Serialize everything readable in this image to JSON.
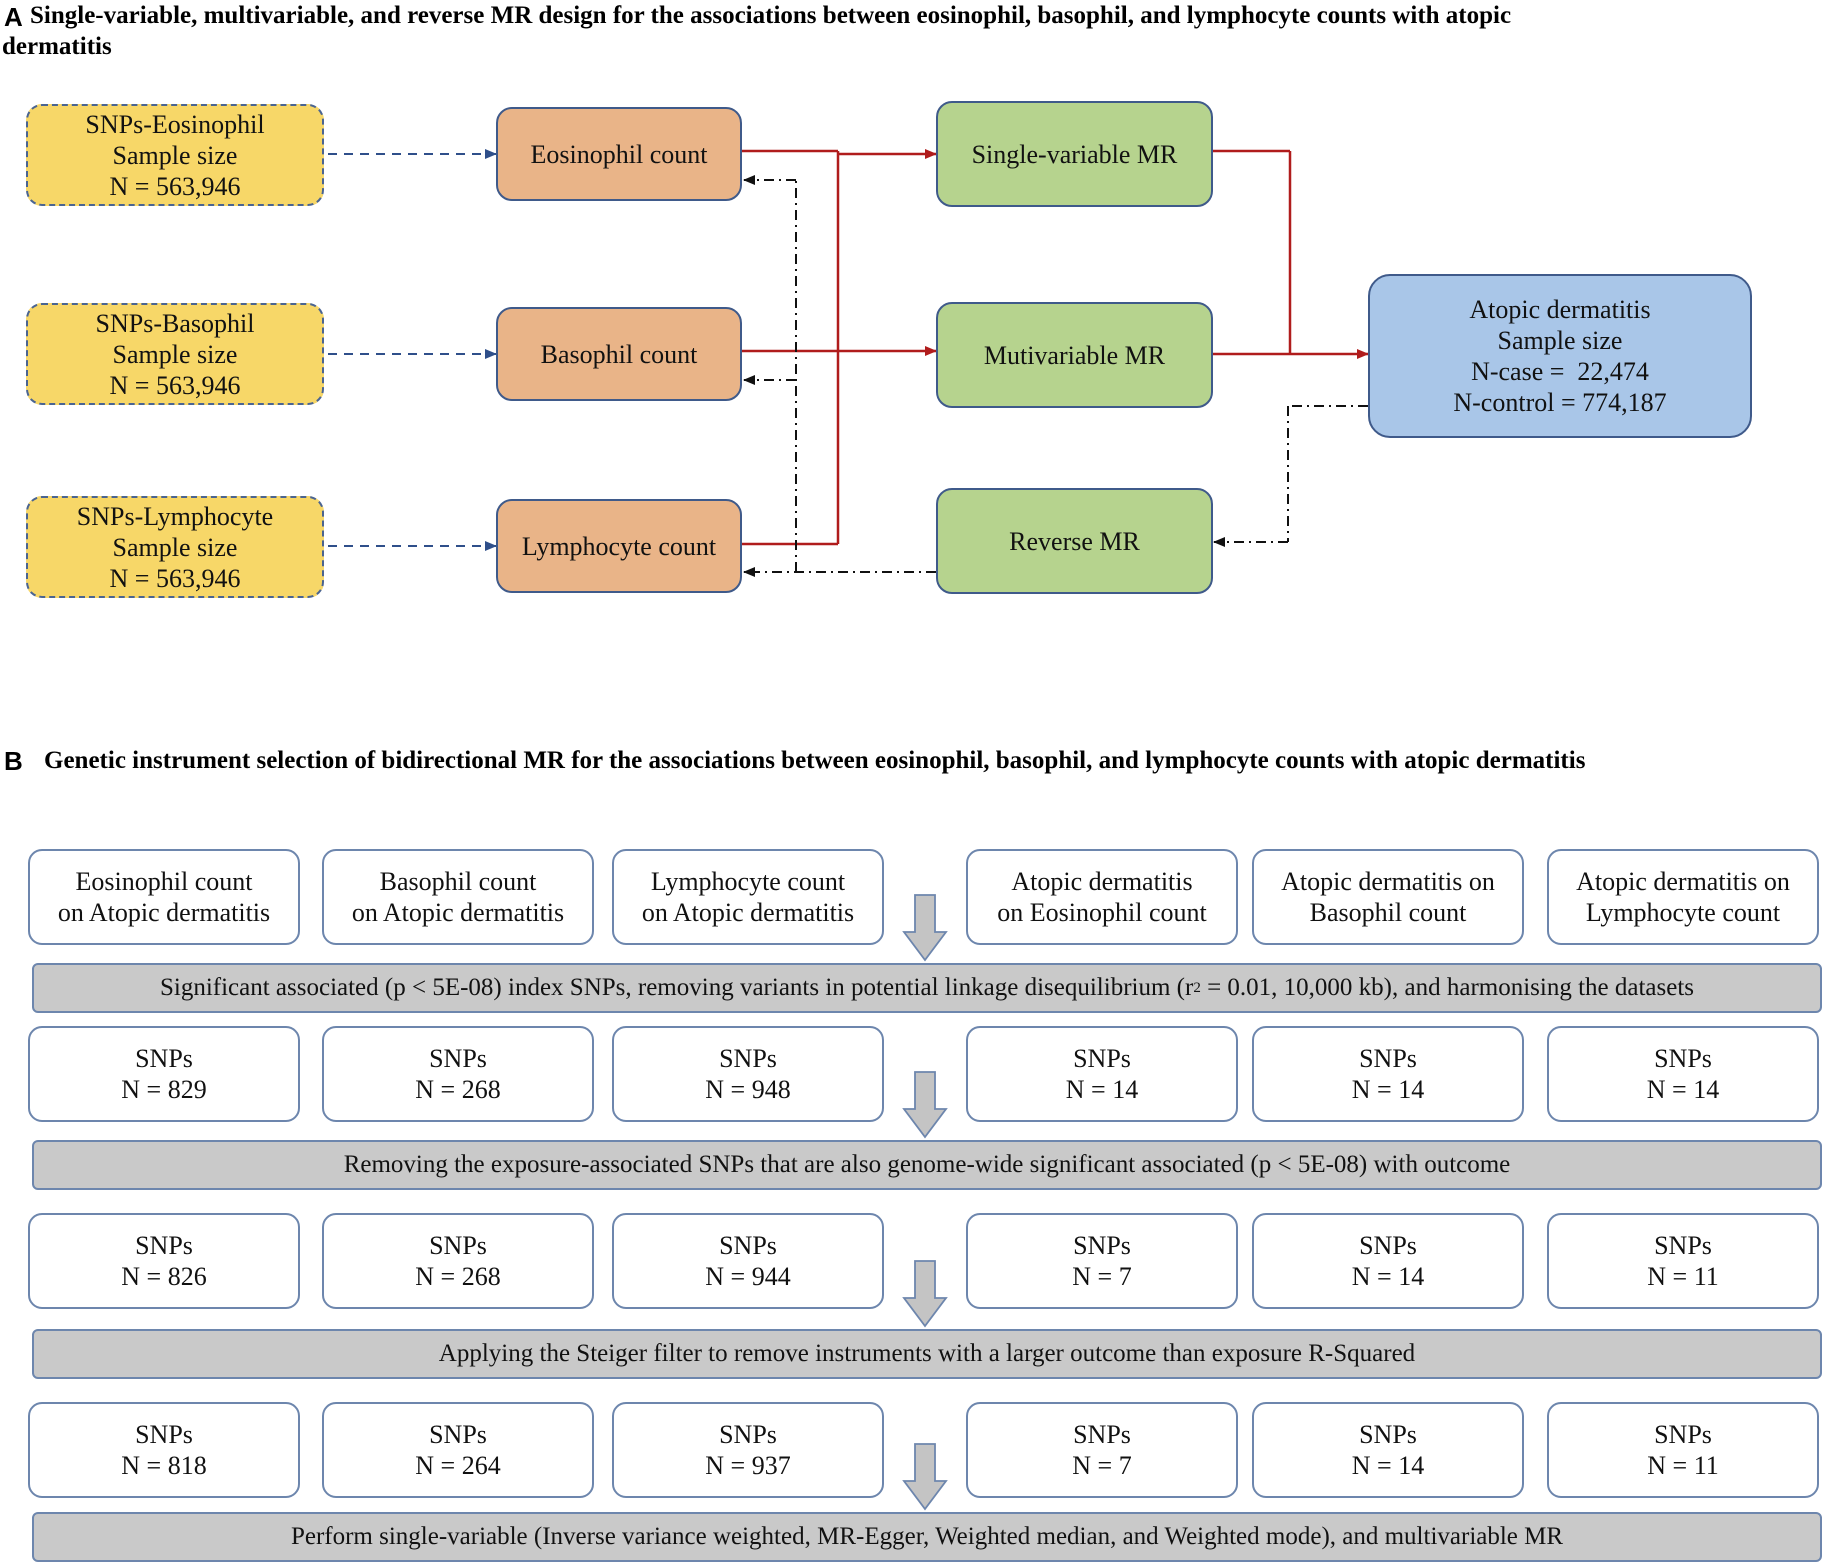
{
  "panel_a": {
    "letter": "A",
    "title_line1": "Single-variable, multivariable, and reverse MR design for the associations between eosinophil, basophil, and lymphocyte counts with atopic",
    "title_line2": "dermatitis",
    "snp_boxes": [
      {
        "line1": "SNPs-Eosinophil",
        "line2": "Sample size",
        "line3": "N = 563,946"
      },
      {
        "line1": "SNPs-Basophil",
        "line2": "Sample size",
        "line3": "N = 563,946"
      },
      {
        "line1": "SNPs-Lymphocyte",
        "line2": "Sample size",
        "line3": "N = 563,946"
      }
    ],
    "count_boxes": [
      "Eosinophil count",
      "Basophil count",
      "Lymphocyte count"
    ],
    "mr_boxes": [
      "Single-variable MR",
      "Mutivariable MR",
      "Reverse MR"
    ],
    "outcome_box": {
      "line1": "Atopic dermatitis",
      "line2": "Sample size",
      "line3": "N-case =  22,474",
      "line4": "N-control = 774,187"
    }
  },
  "panel_b": {
    "letter": "B",
    "title": "Genetic instrument selection of bidirectional MR for the associations between eosinophil, basophil, and lymphocyte counts with atopic dermatitis",
    "headers": [
      {
        "line1": "Eosinophil count",
        "line2": "on Atopic dermatitis"
      },
      {
        "line1": "Basophil count",
        "line2": "on Atopic dermatitis"
      },
      {
        "line1": "Lymphocyte count",
        "line2": "on Atopic dermatitis"
      },
      {
        "line1": "Atopic dermatitis",
        "line2": "on Eosinophil count"
      },
      {
        "line1": "Atopic dermatitis on",
        "line2": "Basophil count"
      },
      {
        "line1": "Atopic dermatitis on",
        "line2": "Lymphocyte count"
      }
    ],
    "step1_pre": "Significant associated (p < 5E-08) index SNPs, removing variants in potential linkage disequilibrium (r",
    "step1_sup": "2",
    "step1_post": " = 0.01, 10,000 kb), and harmonising the datasets",
    "step2": "Removing the exposure-associated SNPs that are also genome-wide significant associated (p < 5E-08) with outcome",
    "step3": "Applying the Steiger filter to remove instruments with a larger outcome than exposure R-Squared",
    "step4": "Perform single-variable (Inverse variance weighted, MR-Egger, Weighted median, and Weighted mode), and multivariable MR",
    "snp_label": "SNPs",
    "row1": [
      "N = 829",
      "N = 268",
      "N = 948",
      "N = 14",
      "N = 14",
      "N = 14"
    ],
    "row2": [
      "N = 826",
      "N = 268",
      "N = 944",
      "N = 7",
      "N = 14",
      "N = 11"
    ],
    "row3": [
      "N = 818",
      "N = 264",
      "N = 937",
      "N = 7",
      "N = 14",
      "N = 11"
    ]
  },
  "colors": {
    "snp_fill": "#f7d768",
    "count_fill": "#e9b488",
    "mr_fill": "#b6d38e",
    "outcome_fill": "#a9c6e8",
    "red_arrow": "#b01c1c",
    "dash_blue": "#2f4f8a",
    "step_bar": "#c9c9c9"
  }
}
